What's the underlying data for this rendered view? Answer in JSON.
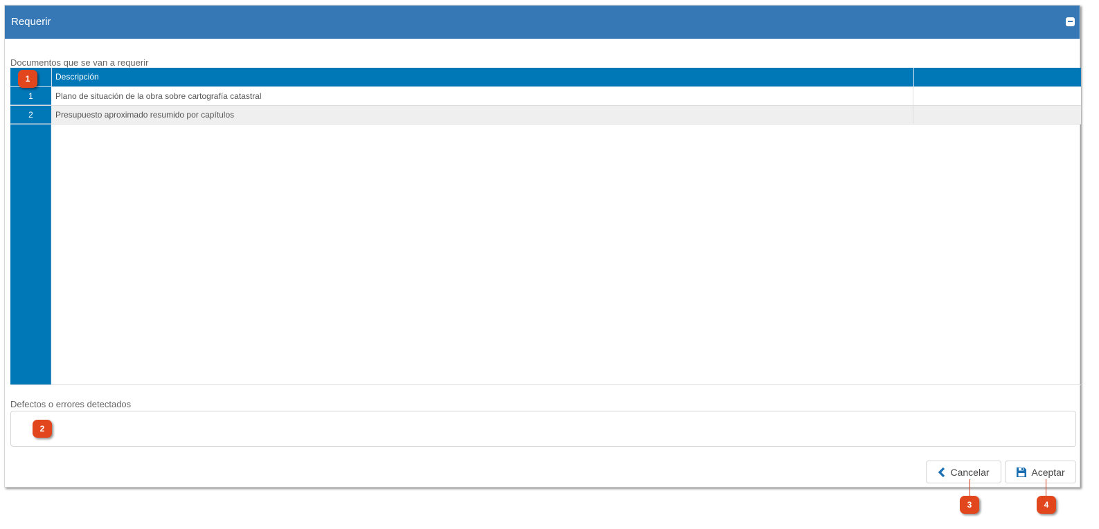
{
  "panel": {
    "title": "Requerir",
    "collapse_icon": "minus-square-icon"
  },
  "documents": {
    "label": "Documentos que se van a requerir",
    "columns": [
      "",
      "Descripción",
      ""
    ],
    "rows": [
      {
        "index": "1",
        "description": "Plano de situación de la obra sobre cartografía catastral"
      },
      {
        "index": "2",
        "description": "Presupuesto aproximado resumido por capítulos"
      }
    ]
  },
  "defects": {
    "label": "Defectos o errores detectados",
    "value": "",
    "placeholder": ""
  },
  "buttons": {
    "cancel": {
      "label": "Cancelar",
      "icon": "chevron-left-icon"
    },
    "accept": {
      "label": "Aceptar",
      "icon": "save-icon"
    }
  },
  "callouts": [
    "1",
    "2",
    "3",
    "4"
  ],
  "colors": {
    "header_bg": "#3578b5",
    "grid_blue": "#0078b7",
    "callout": "#e2461d"
  }
}
